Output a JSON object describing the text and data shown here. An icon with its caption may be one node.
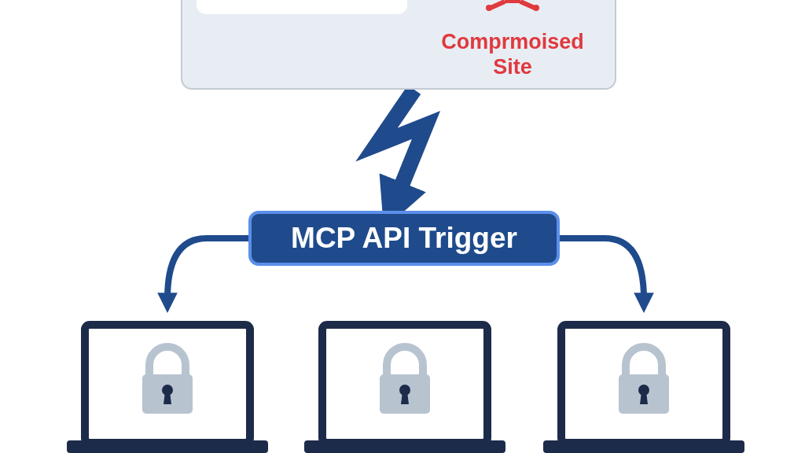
{
  "diagram": {
    "nodes": [
      {
        "text": [
          "Comprmoised Site"
        ]
      },
      {
        "text": [],
        "shape": "box",
        "in": 0
      },
      {
        "text": [
          "MCP API Trigger"
        ]
      },
      {
        "text": [],
        "shape": "laptop"
      },
      {
        "text": [],
        "shape": "laptop"
      },
      {
        "text": [],
        "shape": "laptop"
      }
    ],
    "edges": [
      {
        "from": 0,
        "to": 2,
        "arrow": "to",
        "style": "thick"
      },
      {
        "from": 2,
        "to": 3,
        "arrow": "to"
      },
      {
        "from": 2,
        "to": 5,
        "arrow": "to"
      }
    ]
  }
}
